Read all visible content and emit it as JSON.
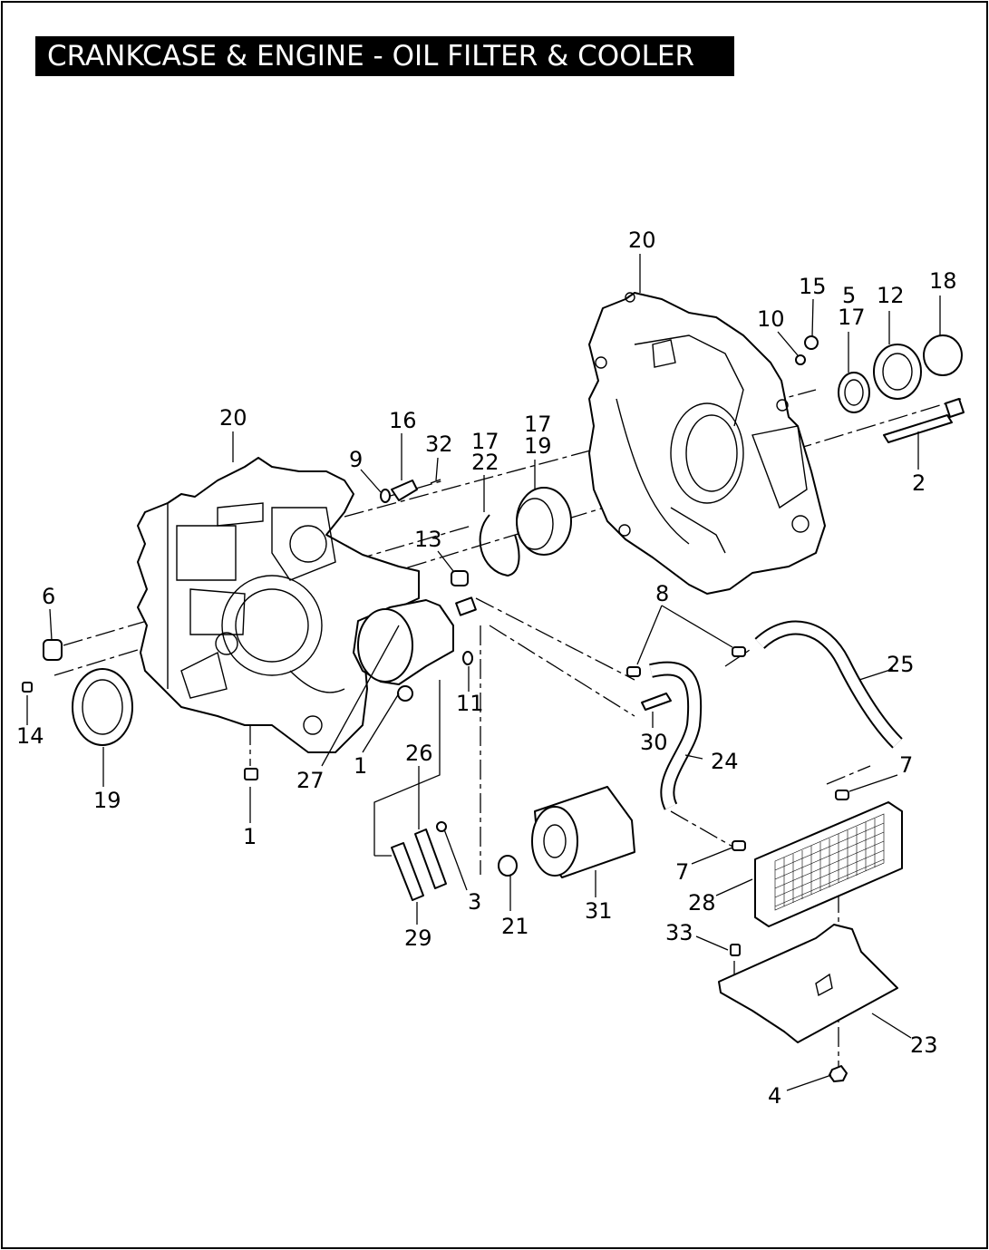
{
  "title": "CRANKCASE & ENGINE - OIL FILTER & COOLER",
  "callouts": {
    "c1a": "1",
    "c1b": "1",
    "c2": "2",
    "c3": "3",
    "c4": "4",
    "c5": "5",
    "c6": "6",
    "c7a": "7",
    "c7b": "7",
    "c8": "8",
    "c9": "9",
    "c10": "10",
    "c11": "11",
    "c12": "12",
    "c13": "13",
    "c14": "14",
    "c15": "15",
    "c16": "16",
    "c17a": "17",
    "c17b": "17",
    "c17c": "17",
    "c18": "18",
    "c19a": "19",
    "c19b": "19",
    "c20a": "20",
    "c20b": "20",
    "c21": "21",
    "c22": "22",
    "c23": "23",
    "c24": "24",
    "c25": "25",
    "c26": "26",
    "c27": "27",
    "c28": "28",
    "c29": "29",
    "c30": "30",
    "c31": "31",
    "c32": "32",
    "c33": "33"
  }
}
